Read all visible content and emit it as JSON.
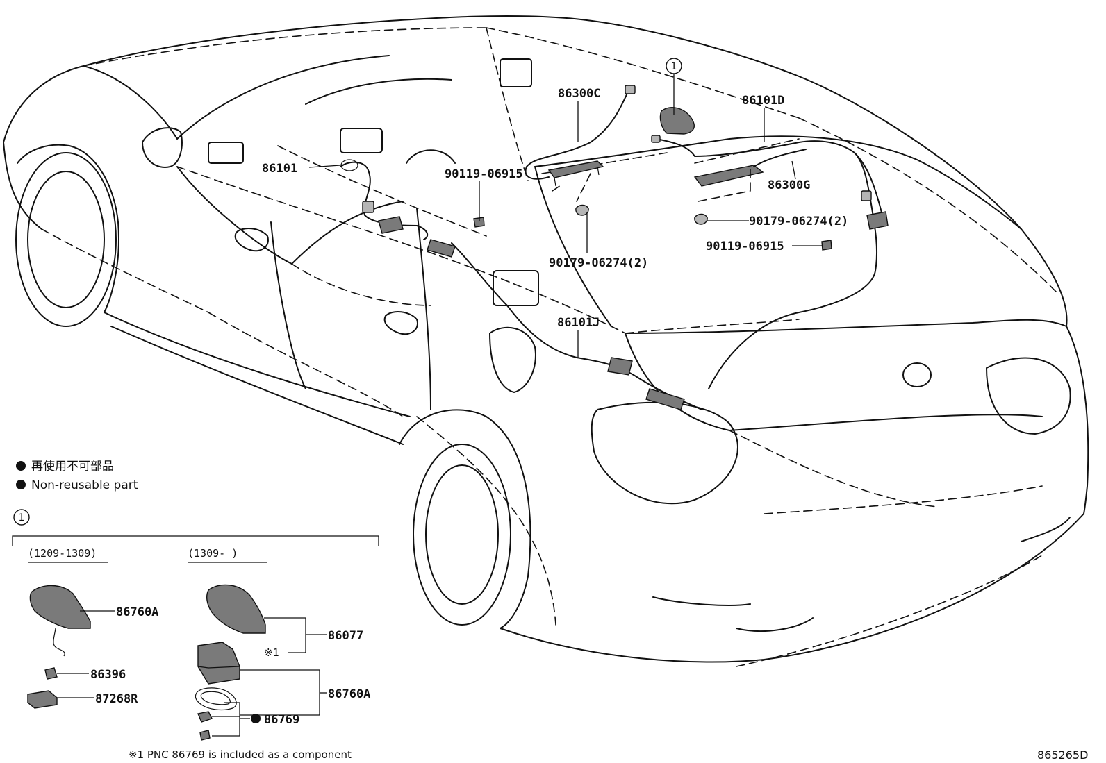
{
  "callouts": {
    "ref_marker": "1",
    "c86300C": "86300C",
    "c86101D": "86101D",
    "c86101": "86101",
    "c90119a": "90119-06915",
    "c86300G": "86300G",
    "c90179b": "90179-06274(2)",
    "c90119b": "90119-06915",
    "c90179a": "90179-06274(2)",
    "c86101J": "86101J"
  },
  "legend": {
    "jp": "再使用不可部品",
    "en": "Non-reusable part"
  },
  "inset": {
    "marker": "1",
    "left_range": "(1209-1309)",
    "right_range": "(1309-      )",
    "left_parts": {
      "p86760A": "86760A",
      "p86396": "86396",
      "p87268R": "87268R"
    },
    "right_parts": {
      "p86077": "86077",
      "note_ref": "※1",
      "p86760A": "86760A",
      "p86769": "86769"
    }
  },
  "footnote": "※1 PNC 86769 is included as a component",
  "diagram_code": "865265D"
}
